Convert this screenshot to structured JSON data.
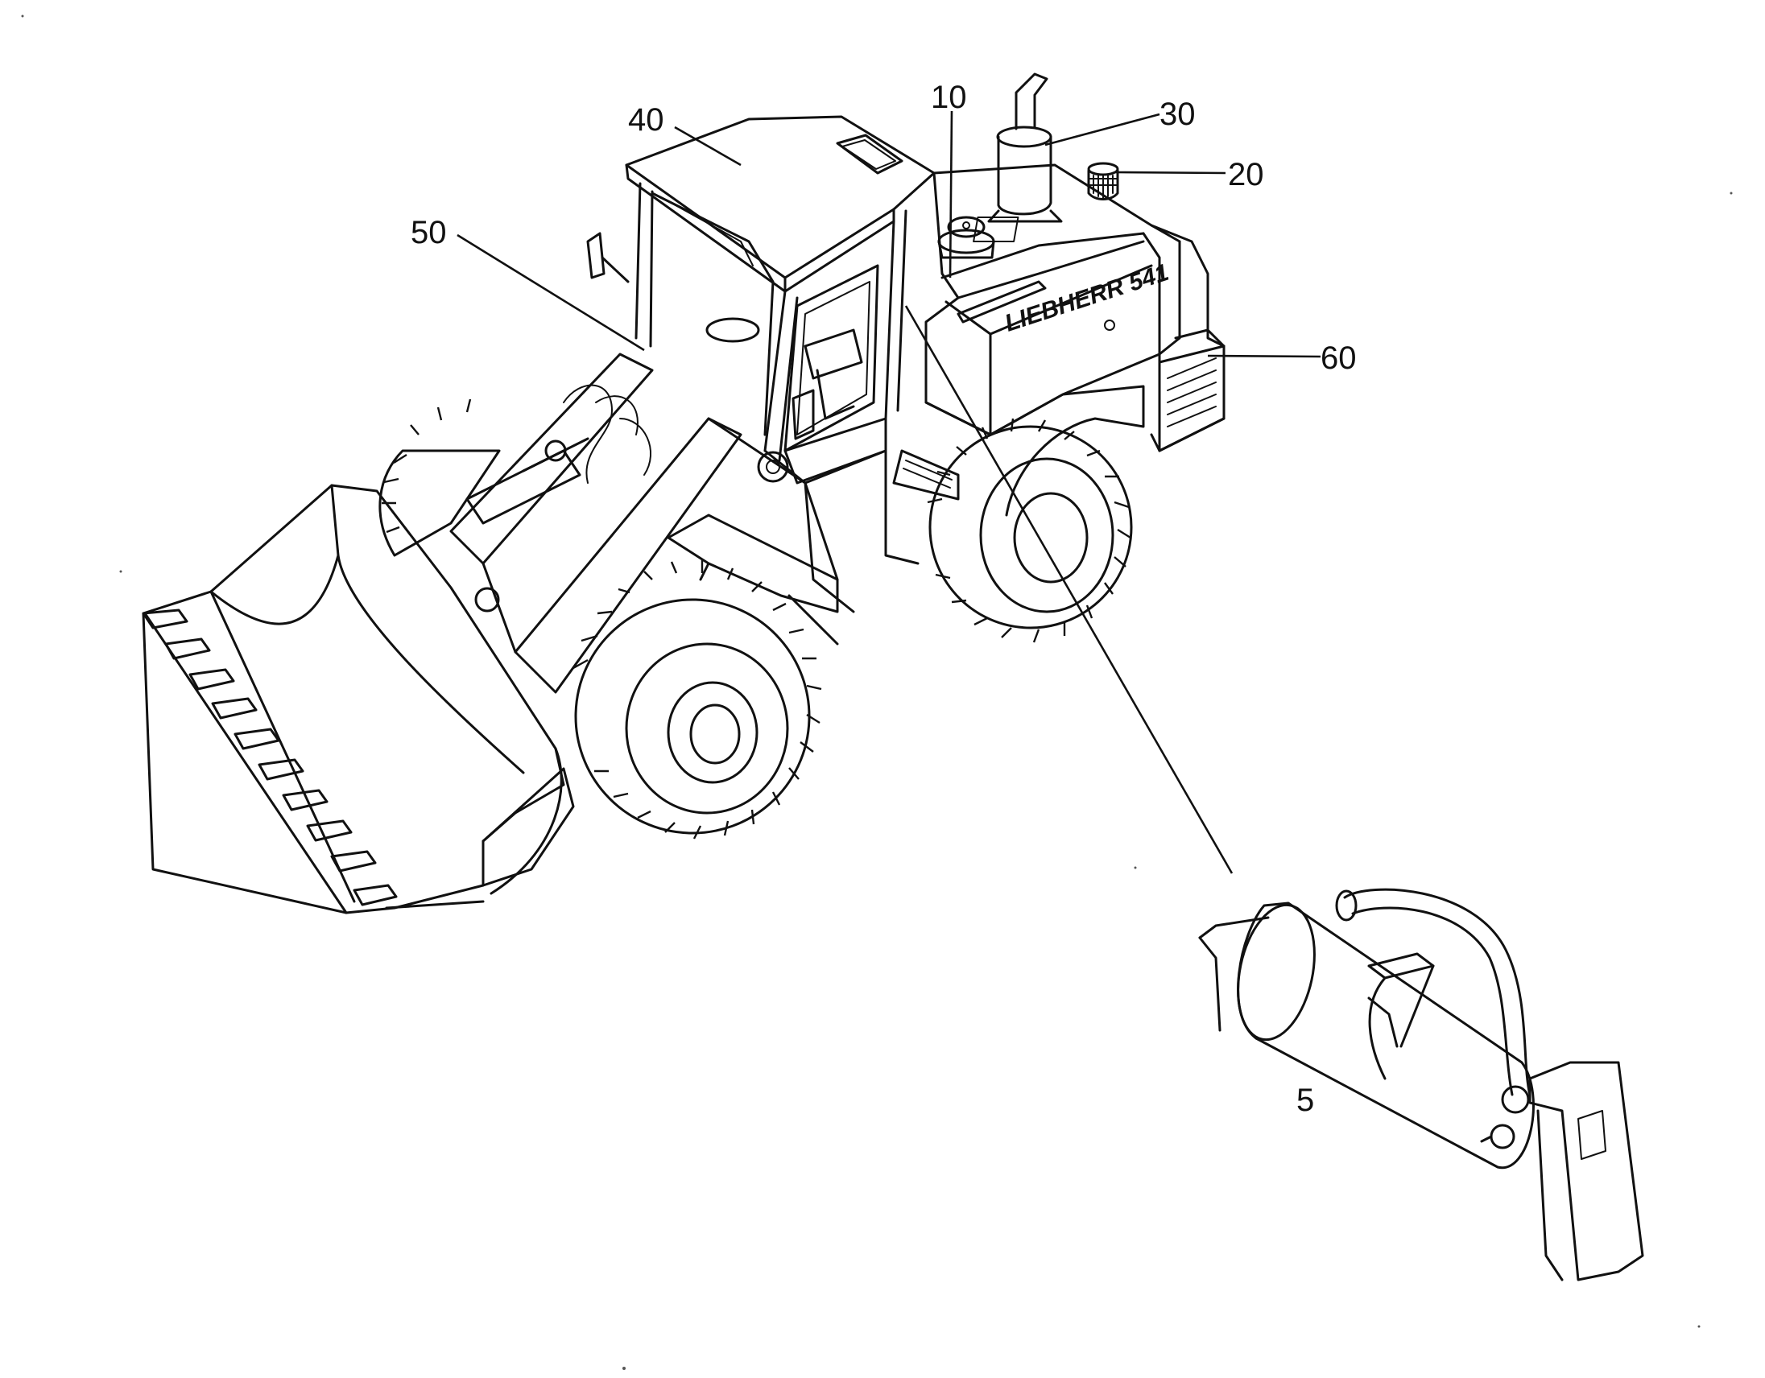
{
  "callouts": {
    "c10": "10",
    "c20": "20",
    "c30": "30",
    "c40": "40",
    "c50": "50",
    "c60": "60",
    "c5": "5"
  },
  "brand_text": "LIEBHERR 541"
}
